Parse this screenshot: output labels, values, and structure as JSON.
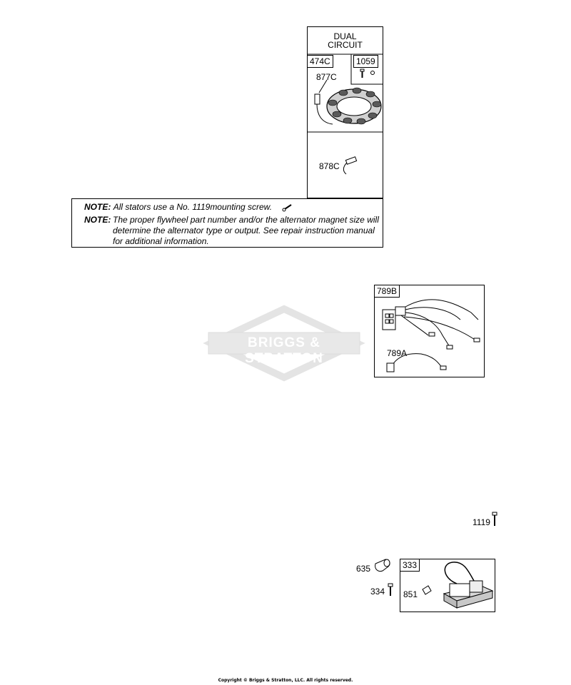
{
  "watermark": {
    "text": "BRIGGS & STRATTON"
  },
  "stator_panel": {
    "title_line1": "DUAL",
    "title_line2": "CIRCUIT",
    "assembly_tag": "474C",
    "screw_tag": "1059",
    "stator_label": "877C",
    "connector_label": "878C"
  },
  "notes": [
    {
      "prefix": "NOTE:",
      "text": "All stators use a No. 1119mounting screw."
    },
    {
      "prefix": "NOTE:",
      "text_lines": [
        "The proper flywheel part number and/or the alternator magnet size will",
        "determine the alternator type or output. See repair instruction manual",
        "for additional information."
      ]
    }
  ],
  "harness_panel": {
    "tag": "789B",
    "sub_label": "789A"
  },
  "mounting_screw": {
    "label": "1119"
  },
  "ignition": {
    "part_635": "635",
    "part_334": "334",
    "tag": "333",
    "part_851": "851"
  },
  "copyright": "Copyright © Briggs & Stratton, LLC. All rights reserved."
}
